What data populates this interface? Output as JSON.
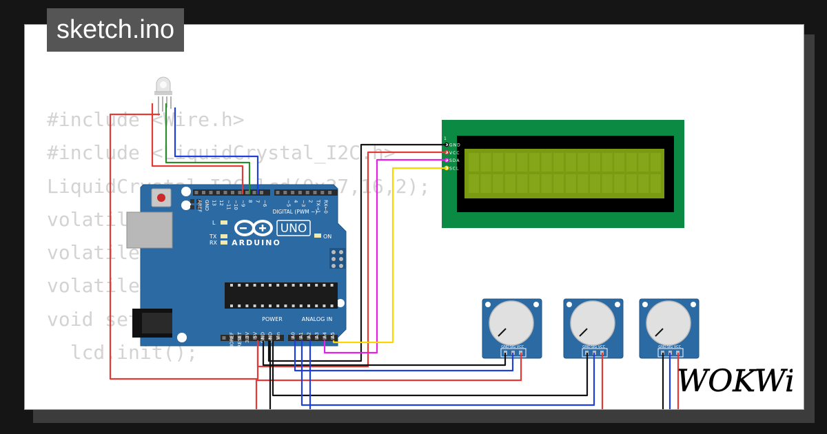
{
  "header": {
    "title": "sketch.ino"
  },
  "code": {
    "lines": [
      "#include <Wire.h>",
      "#include <LiquidCrystal_I2C.h>",
      "",
      "LiquidCrystal_I2C lcd(0x27,16,2);",
      "volatile",
      "volatile",
      "volatile",
      "",
      "void setup(){",
      "  lcd.init();"
    ]
  },
  "arduino": {
    "logo_text": "ARDUINO",
    "model": "UNO",
    "digital_label": "DIGITAL (PWM ~)",
    "power_label": "POWER",
    "analog_label": "ANALOG IN",
    "led_l": "L",
    "led_tx": "TX",
    "led_rx": "RX",
    "led_on": "ON",
    "digital_pins": [
      "AREF",
      "GND",
      "13",
      "12",
      "~11",
      "~10",
      "~9",
      "8",
      "7",
      "~6",
      "~5",
      "4",
      "~3",
      "2",
      "TX→1",
      "RX←0"
    ],
    "power_pins": [
      "IOREF",
      "RESET",
      "3.3V",
      "5V",
      "GND",
      "GND",
      "Vin"
    ],
    "analog_pins": [
      "A0",
      "A1",
      "A2",
      "A3",
      "A4",
      "A5"
    ]
  },
  "lcd": {
    "pins": [
      "GND",
      "VCC",
      "SDA",
      "SCL"
    ],
    "pin1_label": "1"
  },
  "potentiometers": {
    "pin_labels": [
      "GND",
      "SIG",
      "VCC"
    ]
  },
  "brand": {
    "logo_text": "WOKWi"
  },
  "colors": {
    "red": "#e53935",
    "black": "#111111",
    "blue": "#1e3fdc",
    "green": "#2a8c2a",
    "magenta": "#e61ee6",
    "yellow": "#ffd400",
    "board": "#2b6aa3",
    "lcd_pcb": "#0b8a43",
    "lcd_screen": "#7a9a11"
  }
}
